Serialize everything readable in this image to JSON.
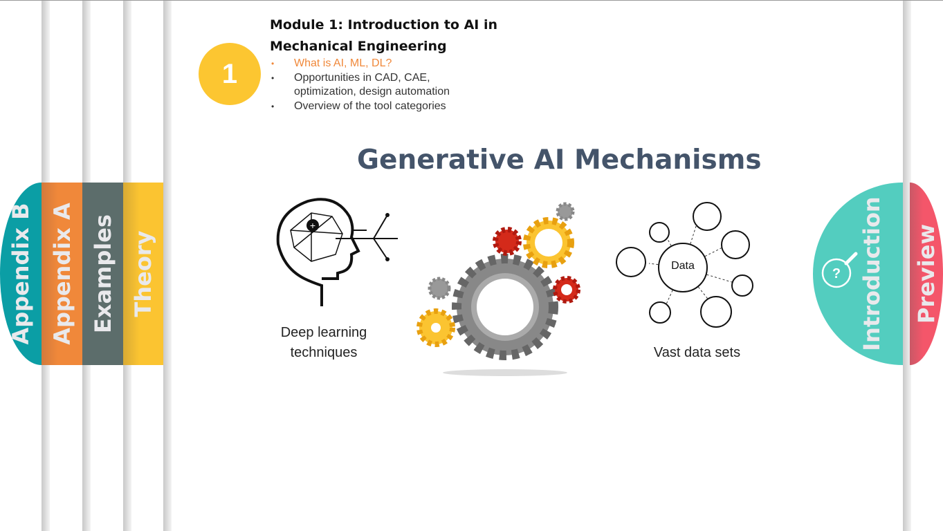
{
  "tabs_left": [
    {
      "label": "Appendix B",
      "color": "#0b9ea5"
    },
    {
      "label": "Appendix A",
      "color": "#f0883a"
    },
    {
      "label": "Examples",
      "color": "#5c6d6b"
    },
    {
      "label": "Theory",
      "color": "#fbc431"
    }
  ],
  "tabs_right": [
    {
      "label": "Introduction",
      "color": "#53cdbf",
      "icon": "search-question-icon"
    },
    {
      "label": "Preview",
      "color": "#f4566a"
    }
  ],
  "module": {
    "number": "1",
    "title_line1": "Module 1: Introduction to AI in",
    "title_line2": "Mechanical Engineering",
    "bullets": [
      "What is AI, ML, DL?",
      "Opportunities in CAD, CAE,",
      "optimization, design automation",
      "Overview of the tool categories"
    ]
  },
  "graphic": {
    "title": "Generative AI Mechanisms",
    "left_caption_1": "Deep learning",
    "left_caption_2": "techniques",
    "center_label": "Data",
    "right_caption": "Vast data sets"
  }
}
